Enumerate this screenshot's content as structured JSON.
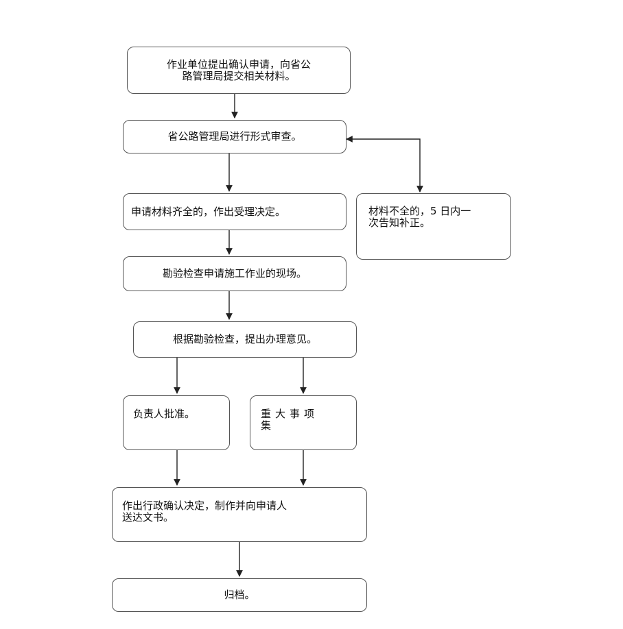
{
  "nodes": {
    "apply": "作业单位提出确认申请，向省公\n路管理局提交相关材料。",
    "formal_review": "省公路管理局进行形式审查。",
    "accept": "申请材料齐全的，作出受理决定。",
    "incomplete": "材料不全的，5 日内一\n次告知补正。",
    "inspect": "勘验检查申请施工作业的现场。",
    "opinion": "根据勘验检查，提出办理意见。",
    "approve": "负责人批准。",
    "major": "重大事项\n集",
    "decision": "作出行政确认决定，制作并向申请人\n送达文书。",
    "archive": "归档。"
  },
  "colors": {
    "border": "#555555",
    "arrow": "#222222",
    "text": "#111111",
    "background": "#ffffff"
  }
}
